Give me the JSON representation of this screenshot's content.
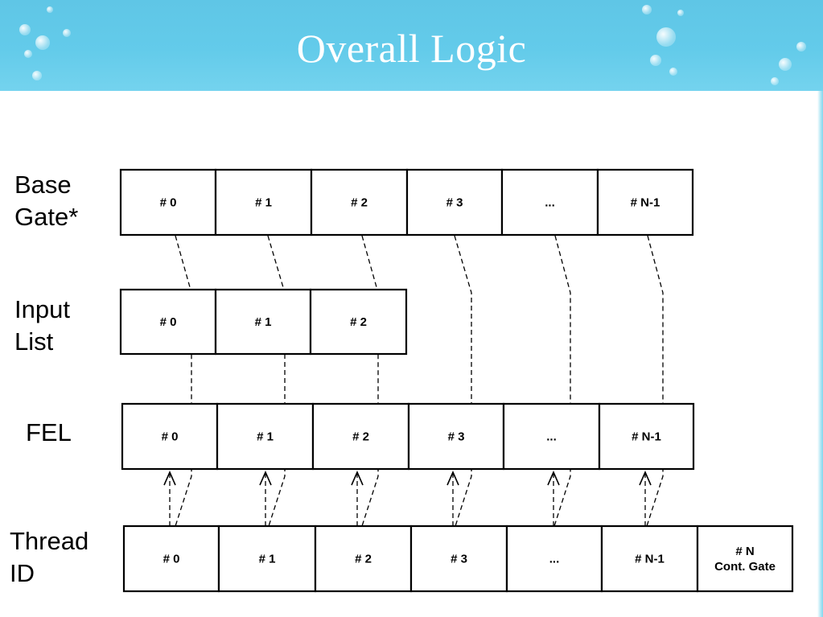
{
  "slide": {
    "title": "Overall Logic"
  },
  "rows": [
    {
      "key": "base-gate",
      "label_lines": [
        "Base",
        "Gate*"
      ],
      "cells": [
        [
          "# 0"
        ],
        [
          "# 1"
        ],
        [
          "# 2"
        ],
        [
          "# 3"
        ],
        [
          "..."
        ],
        [
          "# N-1"
        ]
      ]
    },
    {
      "key": "input-list",
      "label_lines": [
        "Input",
        "List"
      ],
      "cells": [
        [
          "# 0"
        ],
        [
          "# 1"
        ],
        [
          "# 2"
        ]
      ]
    },
    {
      "key": "fel",
      "label_lines": [
        "FEL"
      ],
      "cells": [
        [
          "# 0"
        ],
        [
          "# 1"
        ],
        [
          "# 2"
        ],
        [
          "# 3"
        ],
        [
          "..."
        ],
        [
          "# N-1"
        ]
      ]
    },
    {
      "key": "thread-id",
      "label_lines": [
        "Thread",
        "ID"
      ],
      "cells": [
        [
          "# 0"
        ],
        [
          "# 1"
        ],
        [
          "# 2"
        ],
        [
          "# 3"
        ],
        [
          "..."
        ],
        [
          "# N-1"
        ],
        [
          "# N",
          "Cont. Gate"
        ]
      ]
    }
  ],
  "colors": {
    "header_background": "#63cbea",
    "title_text": "#ffffff",
    "cell_border": "#000000",
    "connector": "#000000"
  }
}
